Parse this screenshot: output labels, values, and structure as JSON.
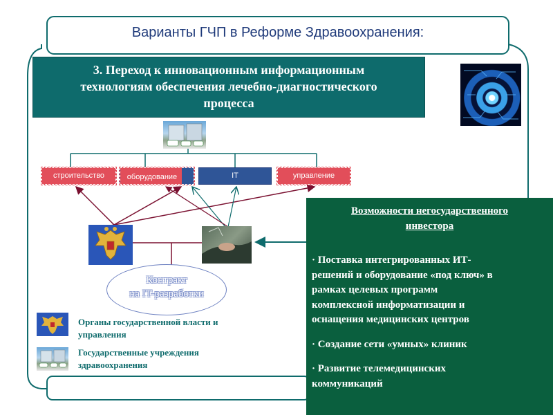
{
  "slide": {
    "title": "Варианты ГЧП в Реформе Здравоохранения:",
    "heading": {
      "line1": "3. Переход к инновационным информационным",
      "line2": "технологиям обеспечения лечебно-диагностического",
      "line3": "процесса"
    }
  },
  "categories": [
    {
      "label": "строительство",
      "color": "#e24e5a"
    },
    {
      "label": "оборудование",
      "color": "#e24e5a"
    },
    {
      "label": "IT",
      "color": "#2f5597"
    },
    {
      "label": "управление",
      "color": "#e24e5a"
    }
  ],
  "contract": {
    "line1": "Контракт",
    "line2": "на IT-разработки"
  },
  "legend": [
    {
      "text_line1": "Органы государственной власти и",
      "text_line2": "управления"
    },
    {
      "text_line1": "Государственные учреждения",
      "text_line2": "здравоохранения"
    }
  ],
  "investor": {
    "heading_line1": "Возможности негосударственного",
    "heading_line2": "инвестора",
    "items": [
      {
        "lines": [
          "Поставка интегрированных ИТ-",
          "решений и оборудование «под ключ» в",
          "рамках  целевых программ",
          "комплексной информатизации и",
          "оснащения  медицинских центров"
        ]
      },
      {
        "lines": [
          "Создание сети «умных» клиник"
        ]
      },
      {
        "lines": [
          "Развитие телемедицинских",
          "коммуникаций"
        ]
      }
    ]
  },
  "colors": {
    "teal": "#0e6b6c",
    "dark_green": "#0a5f3e",
    "red_category": "#e24e5a",
    "blue_category": "#2f5597",
    "title_blue": "#1f3a7a"
  }
}
